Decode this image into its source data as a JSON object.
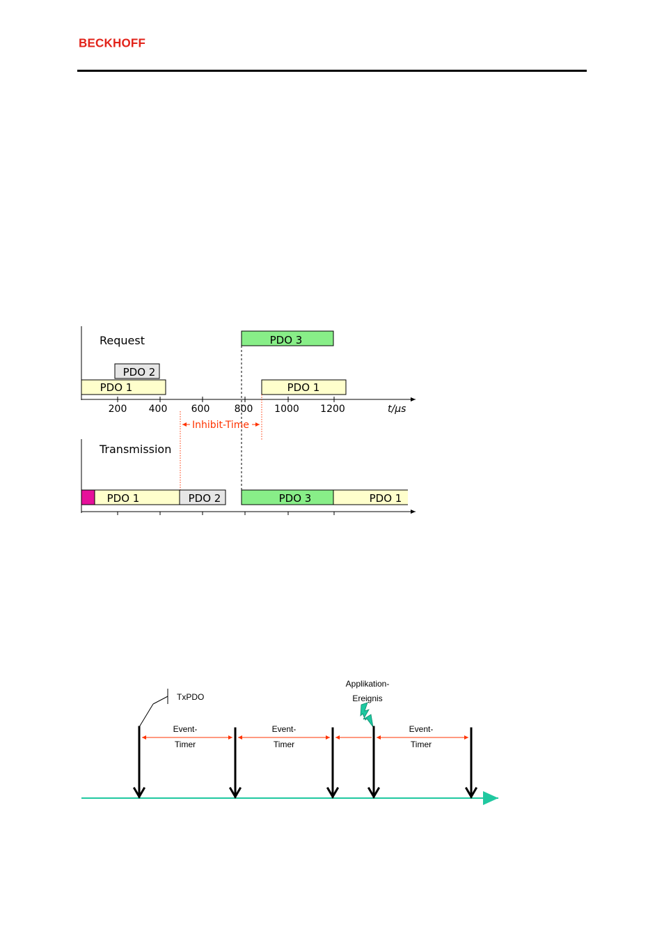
{
  "header": {
    "logo_text": "BECKHOFF"
  },
  "colors": {
    "brand_red": "#e2231a",
    "pdo1_fill": "#ffffcc",
    "pdo2_fill": "#e6e6e6",
    "pdo3_fill": "#88ee88",
    "inhibit_red": "#ff3300",
    "magenta": "#e6109a",
    "timeline_teal": "#20c8a0",
    "bolt_teal": "#1dc8a0"
  },
  "figure1": {
    "request_label": "Request",
    "transmission_label": "Transmission",
    "inhibit_label": "Inhibit-Time",
    "unit_label": "t/µs",
    "ticks": [
      "200",
      "400",
      "600",
      "800",
      "1000",
      "1200"
    ],
    "request_boxes": [
      {
        "label": "PDO 1"
      },
      {
        "label": "PDO 2"
      },
      {
        "label": "PDO 3"
      },
      {
        "label": "PDO 1"
      }
    ],
    "transmission_boxes": [
      {
        "label": "PDO 1"
      },
      {
        "label": "PDO 2"
      },
      {
        "label": "PDO 3"
      },
      {
        "label": "PDO 1"
      }
    ]
  },
  "figure2": {
    "txpdo_label": "TxPDO",
    "app_event_line1": "Applikation-",
    "app_event_line2": "Ereignis",
    "event_timer_line1": "Event-",
    "event_timer_line2": "Timer"
  }
}
